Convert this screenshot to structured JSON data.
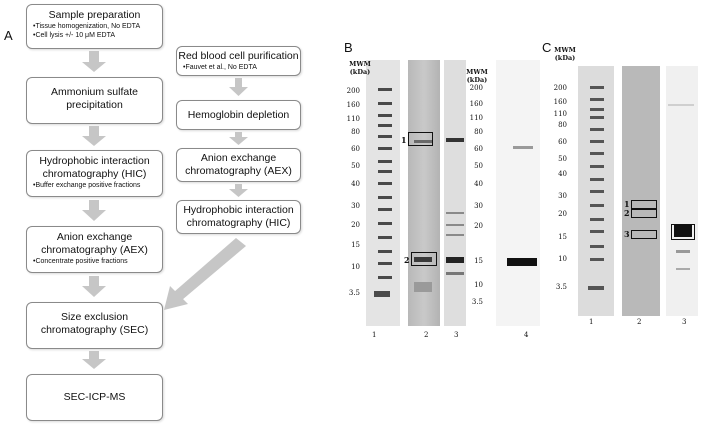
{
  "panels": {
    "a": "A",
    "b": "B",
    "c": "C"
  },
  "flow_left": [
    {
      "title": "Sample preparation",
      "bullets": [
        "•Tissue homogenization, No EDTA",
        "•Cell lysis +/- 10 μM EDTA"
      ]
    },
    {
      "title": "Ammonium sulfate precipitation",
      "bullets": []
    },
    {
      "title": "Hydrophobic interaction chromatography (HIC)",
      "bullets": [
        "•Buffer exchange positive fractions"
      ]
    },
    {
      "title": "Anion exchange chromatography (AEX)",
      "bullets": [
        "•Concentrate positive fractions"
      ]
    },
    {
      "title": "Size exclusion chromatography (SEC)",
      "bullets": []
    },
    {
      "title": "SEC-ICP-MS",
      "bullets": []
    }
  ],
  "flow_right": [
    {
      "title": "Red blood cell purification",
      "bullets": [
        "•Fauvet et al.,  No EDTA"
      ]
    },
    {
      "title": "Hemoglobin depletion",
      "bullets": []
    },
    {
      "title": "Anion exchange chromatography (AEX)",
      "bullets": []
    },
    {
      "title": "Hydrophobic interaction chromatography (HIC)",
      "bullets": []
    }
  ],
  "gel_b": {
    "mwm_header": "MWM\n(kDa)",
    "markers_left": [
      "200",
      "160",
      "110",
      "80",
      "60",
      "50",
      "40",
      "30",
      "20",
      "15",
      "10",
      "3.5"
    ],
    "mwm_header2": "MWM\n(kDa)",
    "markers_right": [
      "200",
      "160",
      "110",
      "80",
      "60",
      "50",
      "40",
      "30",
      "20",
      "15",
      "10",
      "3.5"
    ],
    "lanes": [
      "1",
      "2",
      "3",
      "4"
    ],
    "box_labels": [
      "1",
      "2"
    ]
  },
  "gel_c": {
    "mwm_header": "MWM\n(kDa)",
    "markers": [
      "200",
      "160",
      "110",
      "80",
      "60",
      "50",
      "40",
      "30",
      "20",
      "15",
      "10",
      "3.5"
    ],
    "lanes": [
      "1",
      "2",
      "3"
    ],
    "box_labels": [
      "1",
      "2",
      "3"
    ]
  }
}
